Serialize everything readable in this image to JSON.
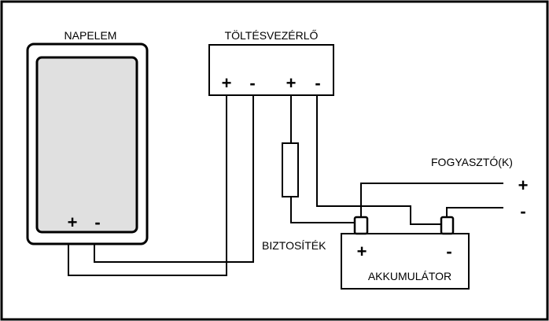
{
  "labels": {
    "panel": "NAPELEM",
    "controller": "TÖLTÉSVEZÉRLŐ",
    "fuse": "BIZTOSÍTÉK",
    "battery": "AKKUMULÁTOR",
    "load": "FOGYASZTÓ(K)"
  },
  "signs": {
    "plus": "+",
    "minus": "-"
  },
  "colors": {
    "panel_fill": "#e0e0e0",
    "line": "#000000",
    "background": "#ffffff"
  }
}
